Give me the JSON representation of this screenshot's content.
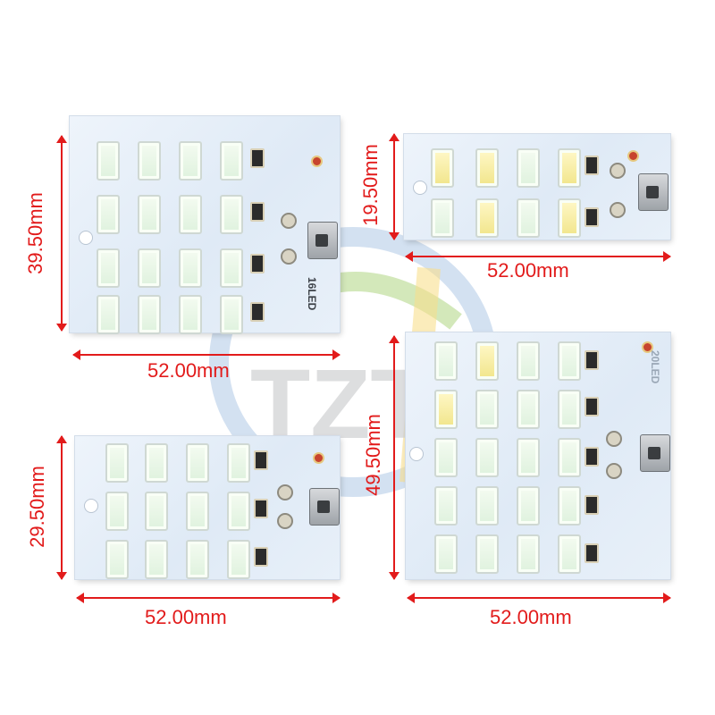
{
  "dimensions": {
    "board1_height": "39.50mm",
    "board1_width": "52.00mm",
    "board2_height": "19.50mm",
    "board2_width": "52.00mm",
    "board3_height": "29.50mm",
    "board3_width": "52.00mm",
    "board4_height": "49.50mm",
    "board4_width": "52.00mm"
  },
  "pcb_labels": {
    "board1_model": "16LED",
    "board4_model": "20LED"
  },
  "watermark": {
    "text": "TZT"
  },
  "colors": {
    "dimension": "#e21b1b",
    "board": "#e3edf8"
  }
}
